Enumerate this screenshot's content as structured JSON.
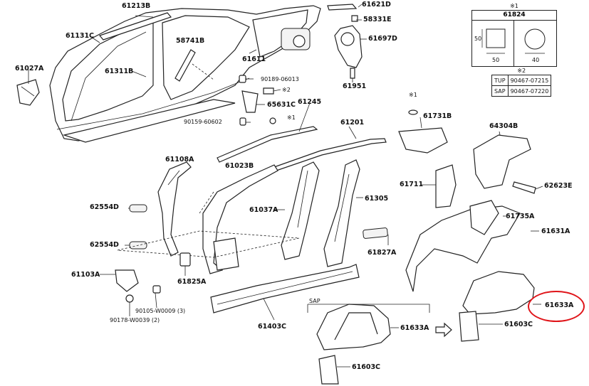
{
  "labels": {
    "p61213B": "61213B",
    "p61621D": "61621D",
    "p58331E": "58331E",
    "p61697D": "61697D",
    "p61131C": "61131C",
    "p58741B": "58741B",
    "p61611": "61611",
    "p61027A": "61027A",
    "p61311B": "61311B",
    "p90189": "90189-06013",
    "pStar1a": "※2",
    "p61951": "61951",
    "p65631C": "65631C",
    "p61245": "61245",
    "p90159": "90159-60602",
    "pStar1b": "※1",
    "p61201": "61201",
    "pStar1c": "※1",
    "p61731B": "61731B",
    "p64304B": "64304B",
    "p61108A": "61108A",
    "p61023B": "61023B",
    "p61711": "61711",
    "p62623E": "62623E",
    "p62554D_1": "62554D",
    "p61037A": "61037A",
    "p61305": "61305",
    "p61735A": "61735A",
    "p61631A": "61631A",
    "p62554D_2": "62554D",
    "p61827A": "61827A",
    "p61103A": "61103A",
    "p61825A": "61825A",
    "p90105": "90105-W0009 (3)",
    "p90178": "90178-W0039 (2)",
    "p61403C": "61403C",
    "pSAP": "SAP",
    "p61633A_1": "61633A",
    "p61603C_1": "61603C",
    "p61633A_2": "61633A",
    "p61603C_2": "61603C"
  },
  "table1": {
    "mark": "※1",
    "part": "61824",
    "dim_a": "50",
    "dim_b": "50",
    "dim_c": "40"
  },
  "table2": {
    "mark": "※2",
    "rows": [
      {
        "code": "TUP",
        "part": "90467-07215"
      },
      {
        "code": "SAP",
        "part": "90467-07220"
      }
    ]
  },
  "callout_color": "#e0151a"
}
